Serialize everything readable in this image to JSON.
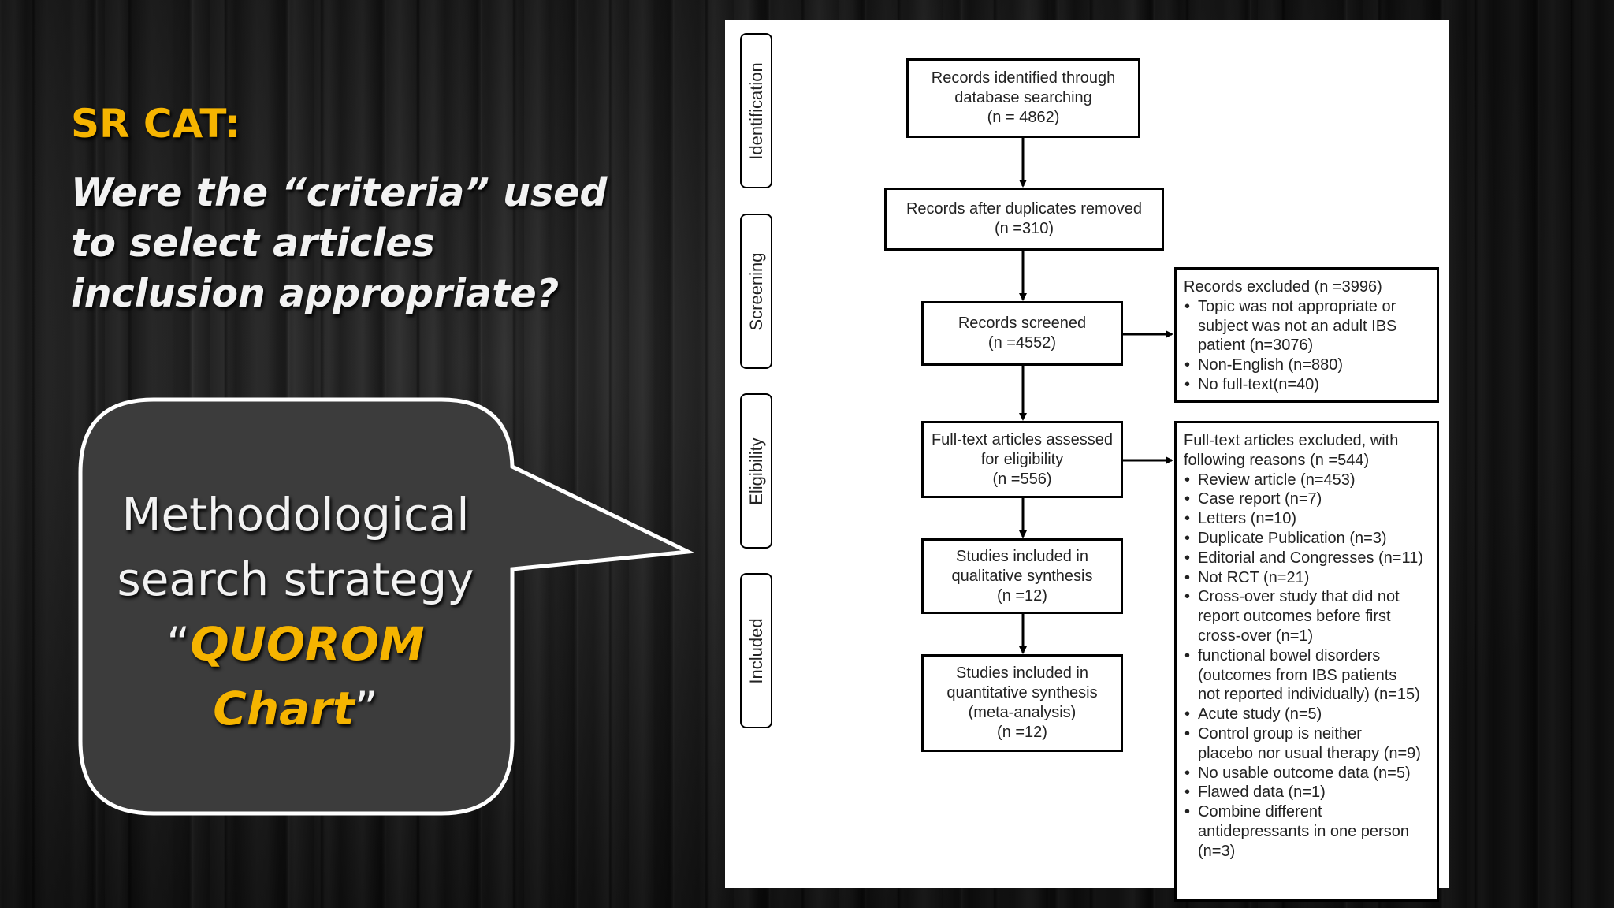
{
  "slide": {
    "heading": "SR CAT:",
    "question": "Were the “criteria” used to select articles inclusion appropriate?"
  },
  "callout": {
    "line1": "Methodological",
    "line2": "search strategy",
    "open_quote": "“",
    "highlight1": "QUOROM",
    "highlight2": "Chart",
    "close_quote": "”",
    "accent_color": "#f5b400",
    "fill_color": "#3c3c3c"
  },
  "flowchart": {
    "stages": [
      "Identification",
      "Screening",
      "Eligibility",
      "Included"
    ],
    "main_boxes": [
      [
        "Records identified through",
        "database searching",
        "(n = 4862)"
      ],
      [
        "Records after duplicates removed",
        "(n =310)"
      ],
      [
        "Records screened",
        "(n =4552)"
      ],
      [
        "Full-text articles assessed",
        "for eligibility",
        "(n =556)"
      ],
      [
        "Studies included in",
        "qualitative synthesis",
        "(n =12)"
      ],
      [
        "Studies included in",
        "quantitative synthesis",
        "(meta-analysis)",
        "(n =12)"
      ]
    ],
    "excluded_records": {
      "title": "Records excluded (n =3996)",
      "items": [
        "Topic was not appropriate or\nsubject was not an adult IBS\npatient (n=3076)",
        "Non-English (n=880)",
        "No full-text(n=40)"
      ]
    },
    "excluded_fulltext": {
      "title_line1": "Full-text articles excluded, with",
      "title_line2": "following reasons (n =544)",
      "items": [
        "Review article (n=453)",
        "Case report (n=7)",
        "Letters (n=10)",
        "Duplicate Publication (n=3)",
        "Editorial and Congresses (n=11)",
        "Not RCT (n=21)",
        "Cross-over study that did not\nreport outcomes before first\ncross-over (n=1)",
        "functional bowel disorders\n(outcomes from IBS patients\nnot reported individually) (n=15)",
        "Acute study (n=5)",
        "Control group is neither\nplacebo nor usual therapy (n=9)",
        "No usable outcome data (n=5)",
        "Flawed data (n=1)",
        "Combine different\nantidepressants in one person\n(n=3)"
      ]
    }
  }
}
